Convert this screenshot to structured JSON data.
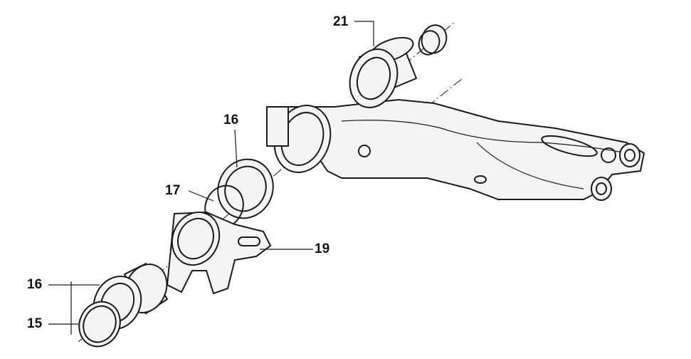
{
  "diagram": {
    "callouts": [
      {
        "id": "c21",
        "label": "21"
      },
      {
        "id": "c16a",
        "label": "16"
      },
      {
        "id": "c17",
        "label": "17"
      },
      {
        "id": "c19",
        "label": "19"
      },
      {
        "id": "c16b",
        "label": "16"
      },
      {
        "id": "c15",
        "label": "15"
      }
    ]
  }
}
